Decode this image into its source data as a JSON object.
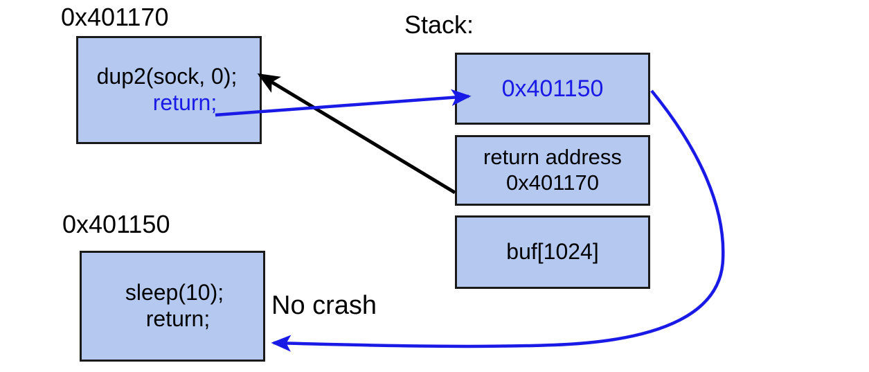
{
  "diagram": {
    "title_labels": {
      "stack_label": "Stack:",
      "addr_top": "0x401170",
      "addr_bottom": "0x401150",
      "no_crash": "No crash"
    },
    "code_boxes": [
      {
        "id": "dup2",
        "address": "0x401170",
        "line1": "dup2(sock, 0);",
        "line2": "return;",
        "line2_color": "#1a1ae6"
      },
      {
        "id": "sleep",
        "address": "0x401150",
        "line1": "sleep(10);",
        "line2": "return;",
        "line2_color": "#000000"
      }
    ],
    "stack_cells": [
      {
        "id": "overwritten-slot",
        "line1": "0x401150",
        "line2": "",
        "text_color": "#1a1ae6"
      },
      {
        "id": "return-address",
        "line1": "return address",
        "line2": "0x401170",
        "text_color": "#000000"
      },
      {
        "id": "buffer",
        "line1": "buf[1024]",
        "line2": "",
        "text_color": "#000000"
      }
    ],
    "arrows": [
      {
        "id": "return-address-to-dup2",
        "color": "#000000",
        "style": "straight",
        "from": "return-address cell",
        "to": "dup2 code box"
      },
      {
        "id": "dup2-return-to-stack-slot",
        "color": "#1a1ae6",
        "style": "straight",
        "from": "dup2 return;",
        "to": "0x401150 stack slot"
      },
      {
        "id": "stack-slot-to-sleep",
        "color": "#1a1ae6",
        "style": "curved",
        "from": "0x401150 stack slot",
        "to": "sleep code box"
      }
    ],
    "colors": {
      "box_fill": "#b4c8f0",
      "box_border": "#1a1a1a",
      "blue_accent": "#1a1ae6",
      "text": "#000000",
      "background": "#ffffff"
    }
  }
}
